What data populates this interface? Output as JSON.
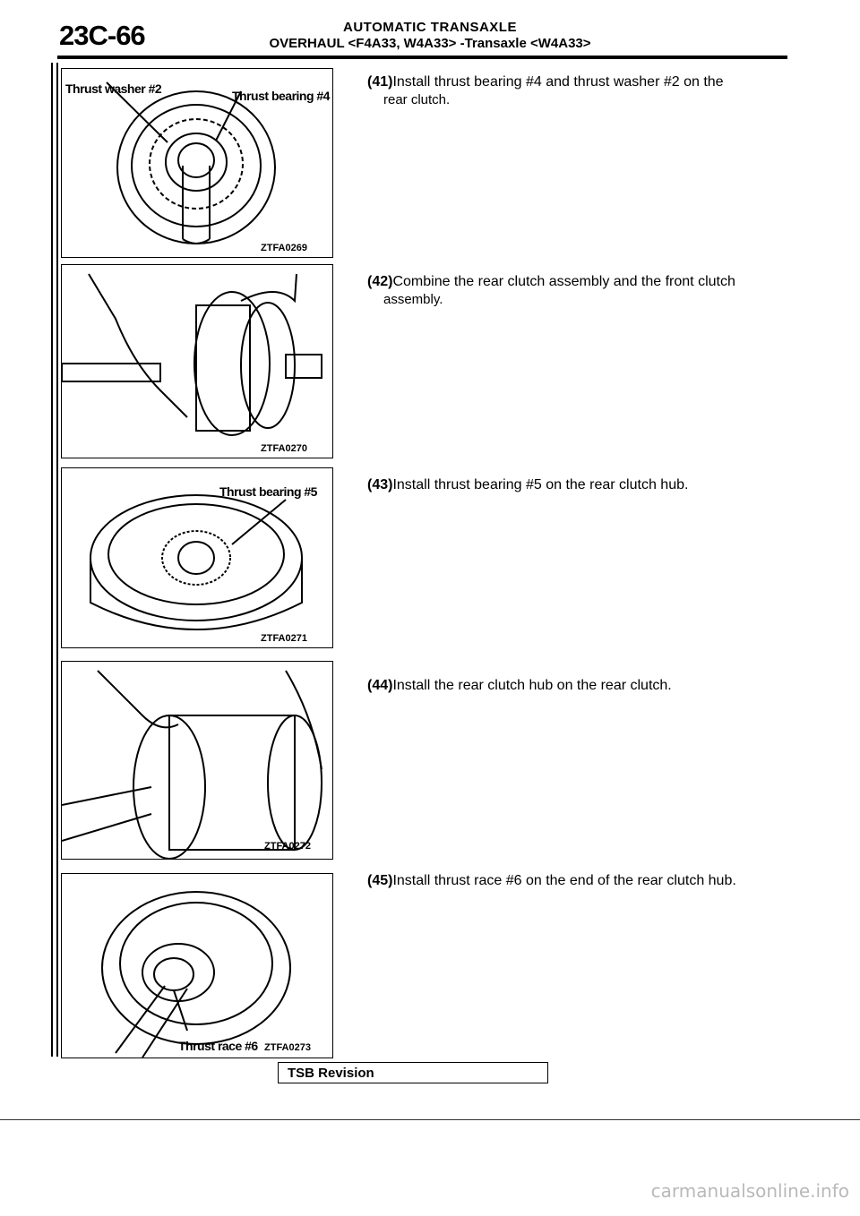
{
  "header": {
    "page_number": "23C-66",
    "section": "AUTOMATIC TRANSAXLE",
    "subsection": "OVERHAUL <F4A33, W4A33> -Transaxle <W4A33>"
  },
  "figures": [
    {
      "code": "ZTFA0269",
      "labels": [
        "Thrust washer #2",
        "Thrust bearing #4"
      ]
    },
    {
      "code": "ZTFA0270",
      "labels": []
    },
    {
      "code": "ZTFA0271",
      "labels": [
        "Thrust bearing #5"
      ]
    },
    {
      "code": "ZTFA0272",
      "labels": []
    },
    {
      "code": "ZTFA0273",
      "labels": [
        "Thrust race #6"
      ]
    }
  ],
  "steps": [
    {
      "num": "(41)",
      "text": "Install thrust bearing #4 and thrust washer #2 on the",
      "cont": "rear clutch."
    },
    {
      "num": "(42)",
      "text": "Combine the rear clutch assembly and the front clutch",
      "cont": "assembly."
    },
    {
      "num": "(43)",
      "text": "Install thrust bearing #5 on the rear clutch hub.",
      "cont": ""
    },
    {
      "num": "(44)",
      "text": "Install the rear clutch hub on the rear clutch.",
      "cont": ""
    },
    {
      "num": "(45)",
      "text": "Install thrust race #6 on the end of the rear clutch hub.",
      "cont": ""
    }
  ],
  "footer": {
    "tsb_label": "TSB Revision",
    "watermark": "carmanualsonline.info"
  },
  "colors": {
    "ink": "#000000",
    "watermark": "#b9b9b9"
  }
}
